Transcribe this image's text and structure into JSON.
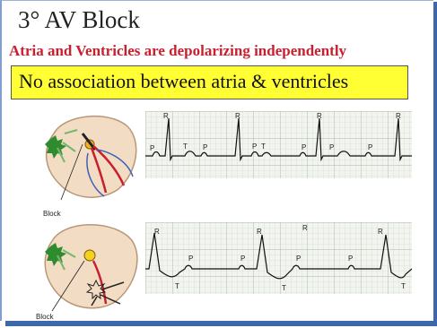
{
  "slide": {
    "title": "3° AV Block",
    "subtitle": "Atria and Ventricles are depolarizing independently",
    "highlight": "No association between atria & ventricles"
  },
  "diagram1": {
    "block_label": "Block",
    "wave_labels": [
      "R",
      "R",
      "R",
      "R",
      "P",
      "T",
      "P",
      "P",
      "T",
      "P",
      "P",
      "P"
    ]
  },
  "diagram2": {
    "block_label": "Block",
    "wave_labels": [
      "R",
      "R",
      "R",
      "R",
      "P",
      "P",
      "P",
      "P",
      "T",
      "T",
      "T"
    ]
  },
  "colors": {
    "title": "#222222",
    "subtitle": "#c8202f",
    "highlight": "#ffff33",
    "frame": "#3c67a8",
    "ecg_grid": "#c9d3c8"
  }
}
